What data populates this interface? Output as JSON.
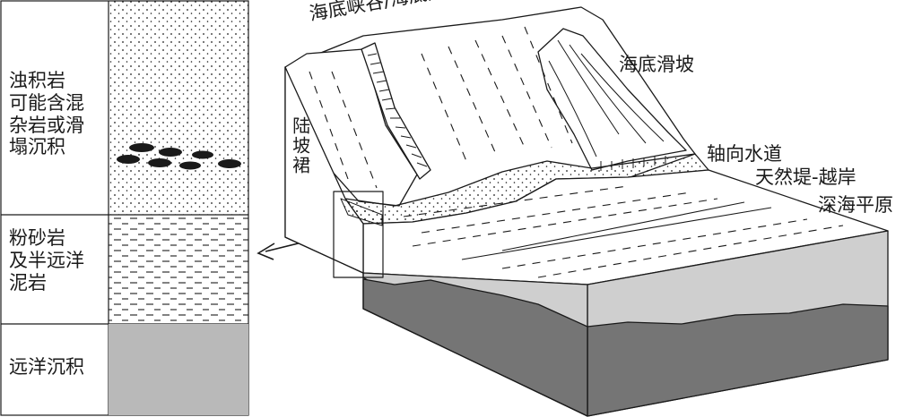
{
  "column": {
    "units": [
      {
        "id": "turbidite",
        "label": "浊积岩\n可能含混\n杂岩或滑\n塌沉积"
      },
      {
        "id": "siltstone",
        "label": "粉砂岩\n及半远洋\n泥岩"
      },
      {
        "id": "pelagic",
        "label": "远洋沉积"
      }
    ]
  },
  "block": {
    "labels": {
      "canyon_fan": "海底峡谷/海底扇",
      "slope_apron": "陆坡裙",
      "submarine_slide": "海底滑坡",
      "axial_channel": "轴向水道",
      "levee_overbank": "天然堤-越岸",
      "abyssal_plain": "深海平原"
    }
  },
  "colors": {
    "line": "#1a1a1a",
    "pelagic_gray": "#b9b9b9",
    "dark_basement": "#757575",
    "block_front_light": "#cfcfcf"
  }
}
